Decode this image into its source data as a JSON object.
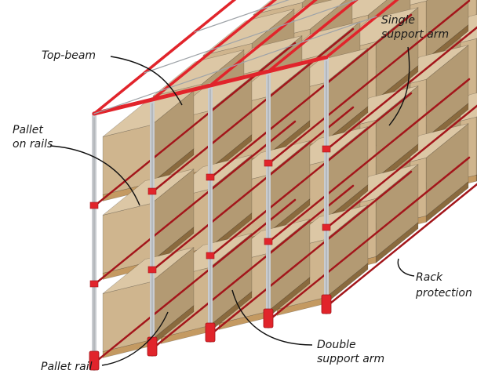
{
  "labels": {
    "top_beam": "Top-beam",
    "pallet_on_rails_line1": "Pallet",
    "pallet_on_rails_line2": "on rails",
    "single_support_arm_line1": "Single",
    "single_support_arm_line2": "support arm",
    "rack_protection_line1": "Rack",
    "rack_protection_line2": "protection",
    "double_support_arm_line1": "Double",
    "double_support_arm_line2": "support arm",
    "pallet_rail": "Pallet rail"
  },
  "colors": {
    "upright": "#c9ccd0",
    "upright_shade": "#9ea3a8",
    "beam_red": "#e1242b",
    "beam_red_dark": "#a3161b",
    "box_front": "#cfb58e",
    "box_side": "#b39a73",
    "box_top": "#dcc7a5",
    "pallet_wood": "#c49a62",
    "pallet_dark": "#8a6a3e",
    "leader": "#111111"
  }
}
